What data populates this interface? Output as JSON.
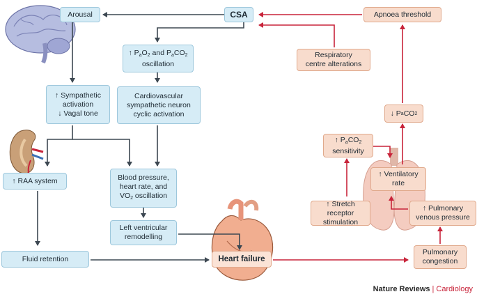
{
  "colors": {
    "blue_box": "#d6ecf6",
    "pink_box": "#f8dccd",
    "red_arrow": "#c8243a",
    "gray_arrow": "#3d4852"
  },
  "nodes": {
    "csa": "CSA",
    "arousal": "Arousal",
    "apnoea_threshold": "Apnoea threshold",
    "resp_centre": [
      "Respiratory",
      "centre alterations"
    ],
    "pao2_paco2": {
      "l1_a": "↑ P",
      "l1_sub_a": "a",
      "l1_b": "O",
      "l1_sub_b": "2",
      "l1_c": " and P",
      "l1_sub_c": "a",
      "l1_d": "CO",
      "l1_sub_d": "2",
      "l2": "oscillation"
    },
    "sympathetic": [
      "↑ Sympathetic",
      "activation",
      "↓ Vagal tone"
    ],
    "cardiovascular": [
      "Cardiovascular",
      "sympathetic neuron",
      "cyclic activation"
    ],
    "paco2_down": {
      "a": "↓ P",
      "sub_a": "a",
      "b": "CO",
      "sub_b": "2"
    },
    "paco2_sens": {
      "a": "↑ P",
      "sub_a": "a",
      "b": "CO",
      "sub_b": "2",
      "l2": "sensitivity"
    },
    "ventilatory": [
      "↑ Ventilatory",
      "rate"
    ],
    "raa": "↑ RAA system",
    "bp": {
      "l1": "Blood pressure,",
      "l2": "heart rate, and",
      "l3_a": "VO",
      "l3_sub": "2",
      "l3_b": " oscillation"
    },
    "stretch": [
      "↑ Stretch receptor",
      "stimulation"
    ],
    "pulm_venous": [
      "↑ Pulmonary",
      "venous pressure"
    ],
    "lv_remodel": [
      "Left ventricular",
      "remodelling"
    ],
    "fluid": "Fluid retention",
    "heart_failure": "Heart failure",
    "pulm_congestion": [
      "Pulmonary",
      "congestion"
    ]
  },
  "footer": {
    "brand": "Nature Reviews",
    "sep": "|",
    "journal": "Cardiology"
  },
  "illustrations": {
    "brain": "brain-icon",
    "kidney": "kidney-icon",
    "heart": "heart-icon",
    "lungs": "lungs-icon"
  }
}
